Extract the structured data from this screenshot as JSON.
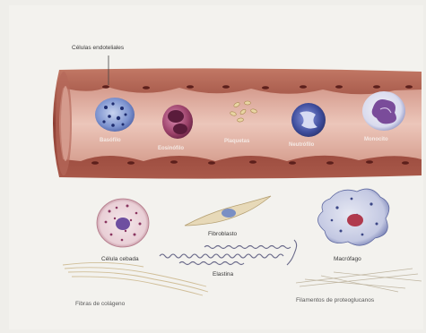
{
  "labels": {
    "endothelial": "Células endoteliales",
    "basophil": "Basófilo",
    "eosinophil": "Eosinófilo",
    "platelets": "Plaquetas",
    "neutrophil": "Neutrófilo",
    "monocyte": "Monocito",
    "mast_cell": "Célula cebada",
    "fibroblast": "Fibroblasto",
    "macrophage": "Macrófago",
    "elastin": "Elastina",
    "collagen": "Fibras de colágeno",
    "proteoglycan": "Filamentos de proteoglucanos"
  },
  "colors": {
    "background": "#efeeea",
    "vessel_wall": "#8a3f35",
    "vessel_lumen": "#e2b3a6",
    "basophil": "#6f86c4",
    "eosinophil": "#a24b6f",
    "neutrophil": "#3f4f9c",
    "monocyte": "#6e5aa8",
    "platelet": "#e7d3a2"
  }
}
